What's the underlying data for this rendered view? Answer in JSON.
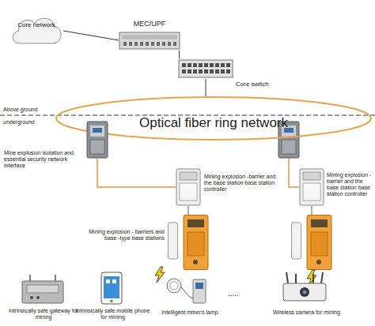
{
  "diagram": {
    "nodes": [
      {
        "text": [
          "Core network"
        ]
      },
      {
        "text": [
          "MEC/UPF"
        ]
      },
      {
        "text": [
          "Core switch"
        ]
      },
      {
        "text": [
          "Optical fiber ring network"
        ]
      },
      {
        "text": [
          "Mine explosion isolation and essential security network interface"
        ]
      },
      {
        "text": [
          "Mining explosion -barrier and the base station base station controller"
        ]
      },
      {
        "text": [
          "Mining explosion -barrier and the base station base station controller"
        ]
      },
      {
        "text": [
          "Mining explosion - barriers and base -type base stations"
        ]
      }
    ],
    "edges": [
      {
        "from": 0,
        "to": 1,
        "arrow": "none"
      },
      {
        "from": 1,
        "to": 2,
        "arrow": "none"
      },
      {
        "from": 2,
        "to": 3,
        "arrow": "none"
      },
      {
        "from": 4,
        "to": 5,
        "arrow": "none"
      },
      {
        "from": 5,
        "to": 7,
        "arrow": "none"
      }
    ],
    "labels": [
      "Above ground",
      "underground",
      "Intrinsically safe gateway for mining",
      "Intrinsically safe mobile phone for mining",
      "Intelligent miner's lamp",
      ".....",
      "Wireless camera for mining"
    ]
  }
}
